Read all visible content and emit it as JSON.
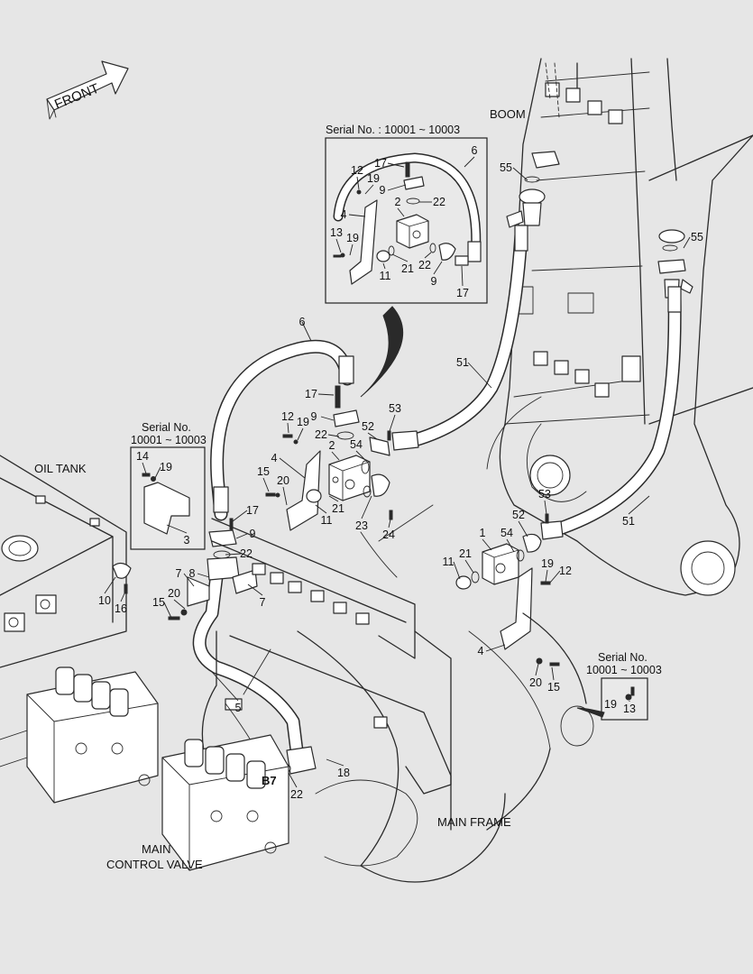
{
  "front_arrow": {
    "label": "FRONT"
  },
  "region_labels": {
    "boom": "BOOM",
    "oil_tank": "OIL TANK",
    "main_frame": "MAIN FRAME",
    "main_control_valve_line1": "MAIN",
    "main_control_valve_line2": "CONTROL VALVE",
    "port_b7": "B7"
  },
  "insets": {
    "top": {
      "title": "Serial No. : 10001 ~ 10003"
    },
    "left": {
      "title_line1": "Serial No.",
      "title_line2": "10001 ~ 10003"
    },
    "right": {
      "title_line1": "Serial No.",
      "title_line2": "10001 ~ 10003"
    }
  },
  "callouts": {
    "main": [
      "6",
      "17",
      "9",
      "12",
      "19",
      "22",
      "2",
      "52",
      "53",
      "54",
      "4",
      "15",
      "20",
      "21",
      "11",
      "23",
      "24",
      "51",
      "55",
      "53",
      "52",
      "54",
      "1",
      "21",
      "11",
      "19",
      "12",
      "4",
      "20",
      "15",
      "17",
      "9",
      "22",
      "7",
      "8",
      "7",
      "20",
      "15",
      "10",
      "16",
      "5",
      "18",
      "22",
      "51",
      "55"
    ],
    "top_inset": [
      "17",
      "6",
      "12",
      "19",
      "9",
      "22",
      "2",
      "4",
      "13",
      "19",
      "21",
      "22",
      "11",
      "9",
      "17"
    ],
    "left_inset": [
      "14",
      "19",
      "3"
    ],
    "right_inset": [
      "19",
      "13"
    ]
  }
}
